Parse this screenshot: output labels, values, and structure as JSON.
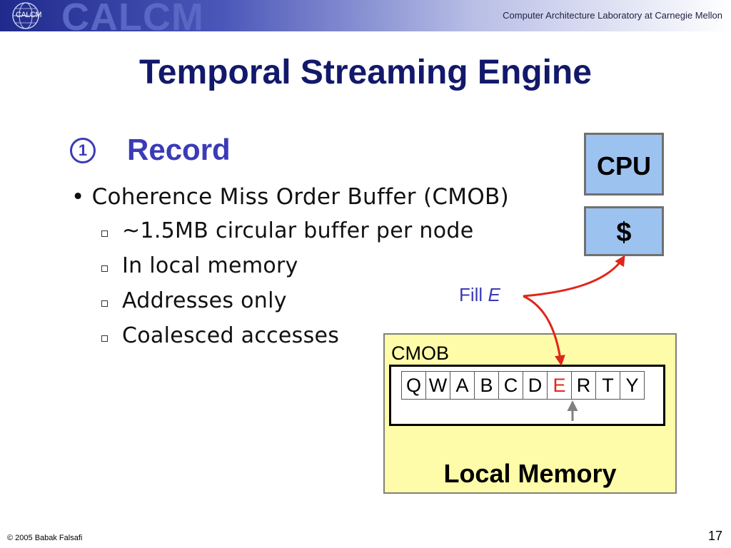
{
  "header": {
    "logo_small": "CALCM",
    "logo_big": "CALCM",
    "lab_name": "Computer Architecture Laboratory at Carnegie Mellon"
  },
  "slide": {
    "title": "Temporal Streaming Engine",
    "step_number": "1",
    "step_label": "Record",
    "bullet": "Coherence Miss Order Buffer (CMOB)",
    "sub_bullets": [
      "~1.5MB circular buffer per node",
      "In local memory",
      "Addresses only",
      "Coalesced accesses"
    ]
  },
  "diagram": {
    "cpu_label": "CPU",
    "cache_label": "$",
    "fill_text": "Fill",
    "fill_var": "E",
    "cmob_label": "CMOB",
    "cells": [
      "Q",
      "W",
      "A",
      "B",
      "C",
      "D",
      "E",
      "R",
      "T",
      "Y"
    ],
    "highlight_cell": "E",
    "local_memory_label": "Local Memory",
    "colors": {
      "box_fill": "#9cc2f0",
      "memory_fill": "#fefca8",
      "arrow": "#e0261b",
      "pointer": "#808080",
      "accent_text": "#3b3bb8",
      "title_text": "#12196b"
    }
  },
  "footer": {
    "copyright": "© 2005 Babak Falsafi",
    "page_number": "17"
  }
}
